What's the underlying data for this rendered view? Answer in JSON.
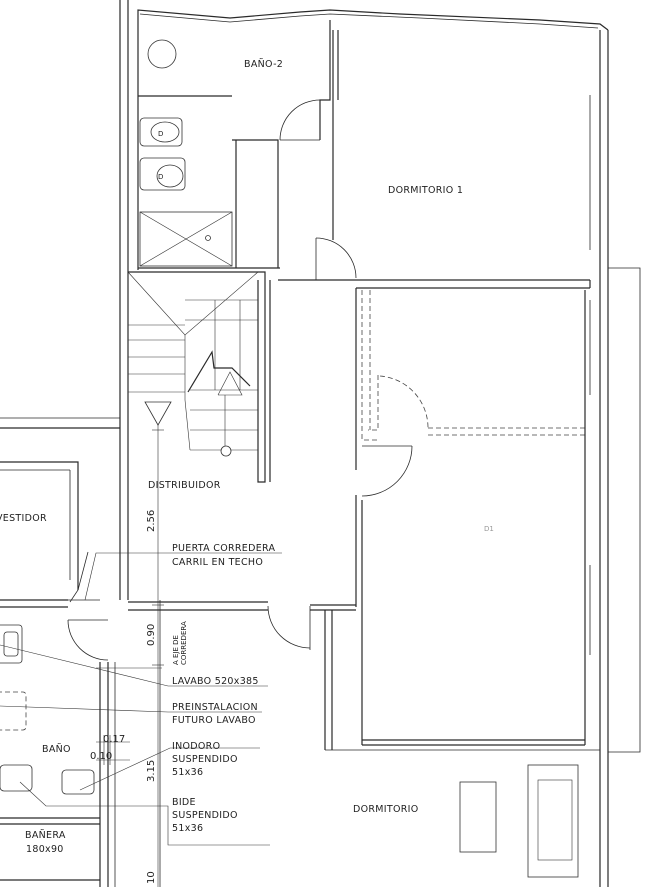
{
  "rooms": {
    "bano2": "BAÑO-2",
    "dormitorio1": "DORMITORIO 1",
    "distribuidor": "DISTRIBUIDOR",
    "vestidor": "VESTIDOR",
    "bano": "BAÑO",
    "banera_line1": "BAÑERA",
    "banera_line2": "180x90",
    "dormitorio": "DORMITORIO",
    "mark": "D1"
  },
  "annotations": {
    "puerta_line1": "PUERTA CORREDERA",
    "puerta_line2": "CARRIL EN TECHO",
    "eje_line1": "A EJE DE",
    "eje_line2": "CORREDERA",
    "lavabo": "LAVABO 520x385",
    "preinst_line1": "PREINSTALACION",
    "preinst_line2": "FUTURO LAVABO",
    "inodoro_line1": "INODORO",
    "inodoro_line2": "SUSPENDIDO",
    "inodoro_line3": "51x36",
    "bide_line1": "BIDE",
    "bide_line2": "SUSPENDIDO",
    "bide_line3": "51x36"
  },
  "dimensions": {
    "d256": "2.56",
    "d090": "0.90",
    "d315": "3.15",
    "d017": "0.17",
    "d010": "0.10",
    "d010b": "10"
  },
  "fixtures": {
    "wc_letter": "D"
  }
}
